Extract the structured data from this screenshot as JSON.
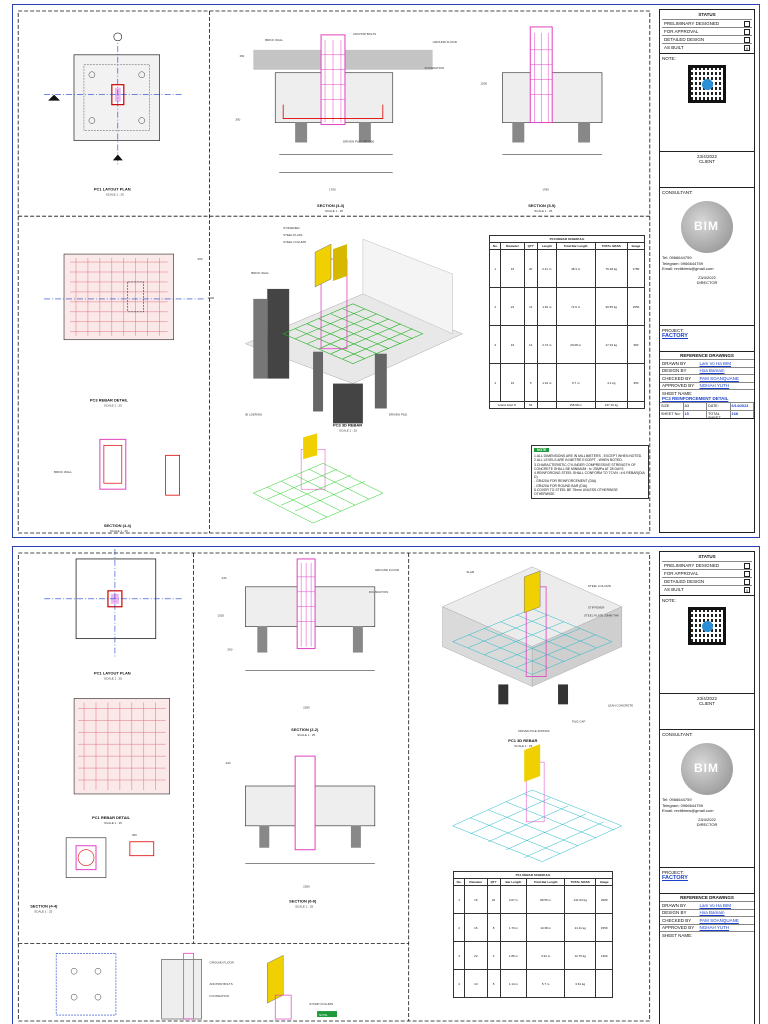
{
  "sheet1": {
    "views": {
      "plan": {
        "title": "PC1 LAYOUT PLAN",
        "scale": "SCALE 1 : 25"
      },
      "section33": {
        "title": "SECTION (3-3)",
        "scale": "SCALE 1 : 25"
      },
      "section55": {
        "title": "SECTION (5-5)",
        "scale": "SCALE 1 : 25"
      },
      "rebar_detail": {
        "title": "PC3 REBAR DETAIL",
        "scale": "SCALE 1 : 25"
      },
      "rebar3d": {
        "title": "PC3 3D REBAR",
        "scale": "SCALE 1 : 25"
      },
      "section44": {
        "title": "SECTION (4-4)",
        "scale": "SCALE 1 : 25"
      }
    },
    "labels": {
      "brick_wall": "BRICK WALL",
      "anchor_bolts": "ANCHOR BOLTS",
      "ground_floor": "GROUND FLOOR",
      "foundation": "FOUNDATION",
      "driven_pile": "DRIVEN PILE 300X300",
      "stiffener": "STIFFENER",
      "steel_plate": "STEEL PLATE",
      "steel_column": "STEEL COLUMN",
      "brick_wall2": "BRICK WALL",
      "bi_ldering": "BI LDERING",
      "driven_pile2": "DRIVEN PILE",
      "dim_1780a": "1780",
      "dim_1780b": "1780",
      "dim_1780c": "1780",
      "dim_1500": "1500",
      "dim_300": "300",
      "dim_150": "150",
      "dim_200": "200",
      "dim_1000": "1000"
    },
    "schedule": {
      "title": "PC3 REBAR SCHEDULE",
      "headers": [
        "No.",
        "Diameter",
        "QTY",
        "Length",
        "Total Bar Length",
        "TOTAL MASS",
        "Image"
      ],
      "rows": [
        [
          "1",
          "16",
          "20",
          "2.41 m",
          "48.3 m",
          "76.28 kg"
        ],
        [
          "2",
          "22",
          "11",
          "1.93 m",
          "74.6 m",
          "39.55 kg"
        ],
        [
          "3",
          "16",
          "13",
          "2.74 m",
          "29.08 m",
          "17.23 kg"
        ],
        [
          "4",
          "10",
          "5",
          "1.34 m",
          "6.7 m",
          "4.1 kg"
        ]
      ],
      "total_label": "Grand total: 8",
      "total_values": [
        "54",
        "",
        "158.68 m",
        "137.16 kg"
      ],
      "shape_dims": [
        "1780",
        "1550",
        "350",
        "350"
      ]
    },
    "notes": {
      "heading": "NOTE",
      "lines": [
        "1.ALL DIMENSIONS ARE IN MILLIMETERS , EXCEPT WHEN NOTED.",
        "2.ALL LEVELS ARE IN METRE EXCEPT , WHEN NOTED.",
        "3.CHARACTERISTIC CYLINDER COMPRESSIVE STRENGTH OF",
        "CONCRETE SHALL BE MINIMUM : fc' 25MPa AT 28 DAYS",
        "4.REINFORCING STEEL SHALL CONFORM TO TCVN : # 6 REBAR(DIA D)",
        "- GR420A FOR REINFORCEMENT (DIA)",
        "- GR420A FOR ROUND BAR (DIA)",
        "5.COVER TO STEEL BE 75mm UNLESS OTHERWISE",
        "OTHERWISE."
      ]
    }
  },
  "sheet2": {
    "views": {
      "plan": {
        "title": "PC1 LAYOUT PLAN",
        "scale": "SCALE 1 : 25"
      },
      "section22": {
        "title": "SECTION (2-2)",
        "scale": "SCALE 1 : 25"
      },
      "rebar3d": {
        "title": "PC1 3D REBAR",
        "scale": "SCALE 1 : 25"
      },
      "rebar_detail": {
        "title": "PC1 REBAR DETAIL",
        "scale": "SCALE 1 : 25"
      },
      "section66": {
        "title": "SECTION (6-6)",
        "scale": "SCALE 1 : 25"
      },
      "section44": {
        "title": "SECTION (4-4)",
        "scale": "SCALE 1 : 25"
      }
    },
    "labels": {
      "slab": "SLAB",
      "steel_column": "STEEL COLUMN",
      "stiffener": "STIFFENER",
      "steel_plate": "STEEL PLATE 20MM THK",
      "lean_concrete": "LEAN CONCRETE",
      "pile_cap": "PILE CAP",
      "driven_pile": "DRIVEN PILE 300X300",
      "ground_floor": "GROUND FLOOR",
      "foundation": "FOUNDATION",
      "anchor_bolts": "ANCHOR BOLTS",
      "stump_column": "STUMP COLUMN",
      "dim_2280a": "2280",
      "dim_2280b": "2280",
      "dim_240a": "240",
      "dim_240b": "240",
      "dim_1020": "1020",
      "dim_300": "300",
      "dim_350": "350"
    },
    "schedule": {
      "title": "PC1 REBAR SCHEDULE",
      "headers": [
        "No.",
        "Diameter",
        "QTY",
        "Bar Length",
        "Total Bar Length",
        "TOTAL MASS",
        "Image"
      ],
      "rows": [
        [
          "1",
          "16",
          "22",
          "4.07 m",
          "89.55 m",
          "141.63 kg"
        ],
        [
          "2",
          "16",
          "8",
          "1.70 m",
          "13.38 m",
          "21.11 kg"
        ],
        [
          "3",
          "22",
          "2",
          "1.86 m",
          "3.32 m",
          "12.76 kg"
        ],
        [
          "4",
          "10",
          "5",
          "1.14 m",
          "5.7 m",
          "3.61 kg"
        ]
      ],
      "shape_dims": [
        "2280",
        "1550",
        "1300"
      ]
    },
    "notes": {
      "heading": "NOTE"
    }
  },
  "titleblock": {
    "status_header": "STATUS",
    "status_rows": [
      {
        "label": "PRELIMINARY DESIGNED",
        "mark": ""
      },
      {
        "label": "FOR APPROVAL",
        "mark": ""
      },
      {
        "label": "DETAILED DESIGN",
        "mark": ""
      },
      {
        "label": "AS BUILT",
        "mark": "X"
      }
    ],
    "note_header": "NOTE:",
    "client_date": "23/4/2022",
    "client_label": "CLIENT",
    "consultant_header": "CONSULTANT:",
    "logo_text": "BIM",
    "tel": "Tel: 0966644759",
    "telegram": "Telegram: 0966644759",
    "email": "Email: revitbimw@gmail.com",
    "director_date": "23/4/2022",
    "director_label": "DIRECTOR",
    "project_header": "PROJECT:",
    "project_name": "FACTORY",
    "reference_header": "REFERENCE DRAWINGS",
    "people": [
      {
        "role": "DRAWN BY",
        "name": "Lam Vo Ha BIM"
      },
      {
        "role": "DESIGN BY",
        "name": "Hoa Bamam"
      },
      {
        "role": "CHECKED BY",
        "name": "PAM SOANQUANE"
      },
      {
        "role": "APPROVED BY",
        "name": "NGHAH YUTH"
      }
    ],
    "sheet_name_label": "SHEET NAME:",
    "sheet_name": "PC3 REINFORCEMENT DETAIL",
    "size_label": "SIZE",
    "size_value": "A3",
    "date_label": "DATE:",
    "date_value": "6/14/2023",
    "sheet_no_label": "SHEET No:",
    "sheet_no": "15",
    "total_label": "TOTAL SHEET",
    "total_value": "168"
  }
}
